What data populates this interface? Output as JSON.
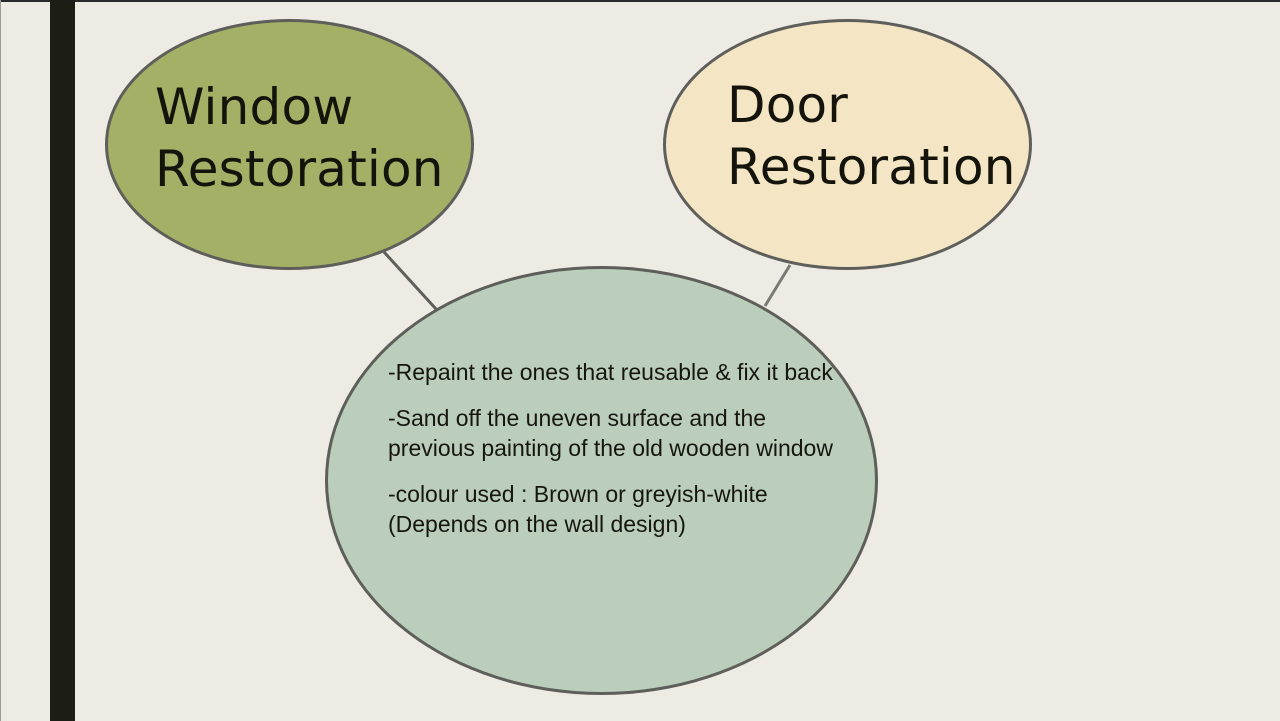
{
  "slide": {
    "colors": {
      "background": "#EEEBE4",
      "left_bar": "#1C1D14",
      "window_ellipse": "#A4B066",
      "door_ellipse": "#F4E6C4",
      "details_ellipse": "#BACEBB",
      "outline": "#5E5E5A"
    }
  },
  "window": {
    "line1": "Window",
    "line2": "Restoration"
  },
  "door": {
    "line1": "Door",
    "line2": "Restoration"
  },
  "details": {
    "points": [
      "-Repaint the ones that reusable & fix it back",
      "-Sand off the uneven surface and the previous painting of the old wooden window",
      "-colour used : Brown or greyish-white (Depends on the wall design)"
    ]
  }
}
